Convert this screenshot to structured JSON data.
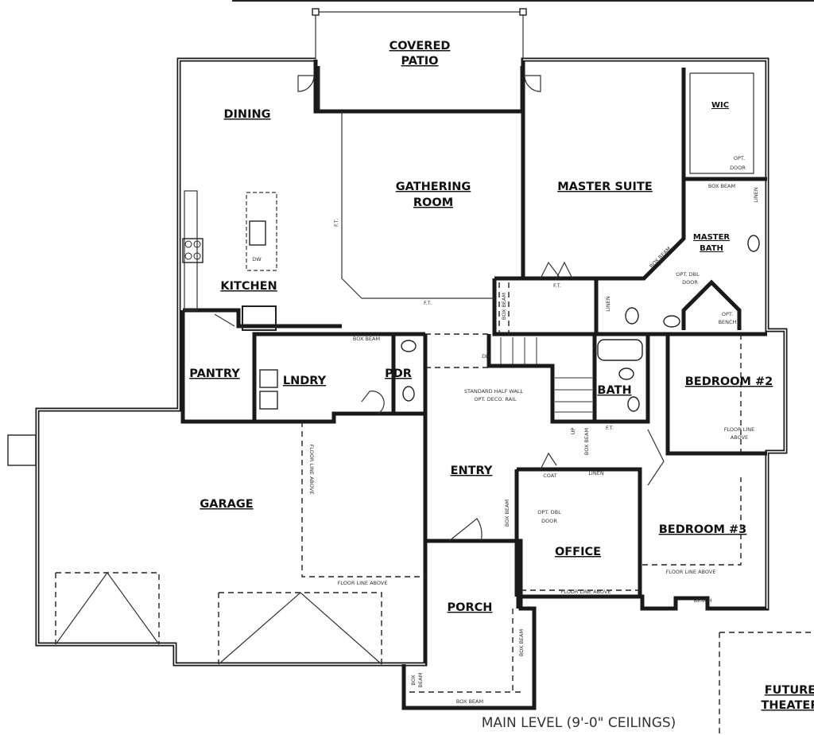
{
  "plan": {
    "caption": "MAIN LEVEL (9'-0\" CEILINGS)",
    "rooms": {
      "covered_patio_1": "COVERED",
      "covered_patio_2": "PATIO",
      "dining": "DINING",
      "gathering_1": "GATHERING",
      "gathering_2": "ROOM",
      "master_suite": "MASTER SUITE",
      "wic": "WIC",
      "master_bath_1": "MASTER",
      "master_bath_2": "BATH",
      "kitchen": "KITCHEN",
      "pantry": "PANTRY",
      "lndry": "LNDRY",
      "pdr": "PDR",
      "bath": "BATH",
      "bedroom2": "BEDROOM #2",
      "entry": "ENTRY",
      "garage": "GARAGE",
      "bedroom3": "BEDROOM #3",
      "office": "OFFICE",
      "porch": "PORCH",
      "theater_1": "FUTURE",
      "theater_2": "THEATER"
    },
    "notes": {
      "ft": "F.T.",
      "box_beam": "BOX BEAM",
      "opt_door_1": "OPT.",
      "opt_door_2": "DOOR",
      "linen": "LINEN",
      "opt_dbl_1": "OPT. DBL",
      "opt_dbl_2": "DOOR",
      "opt_bench_1": "OPT.",
      "opt_bench_2": "BENCH",
      "half_wall_1": "STANDARD HALF WALL",
      "half_wall_2": "OPT. DECO. RAIL",
      "floor_line_above": "FLOOR LINE",
      "above": "ABOVE",
      "floor_line_above_full": "FLOOR LINE ABOVE",
      "coat": "COAT",
      "bench": "BENCH",
      "up": "UP",
      "dn": "DN",
      "dw": "DW",
      "box": "BOX",
      "beam": "BEAM"
    }
  }
}
